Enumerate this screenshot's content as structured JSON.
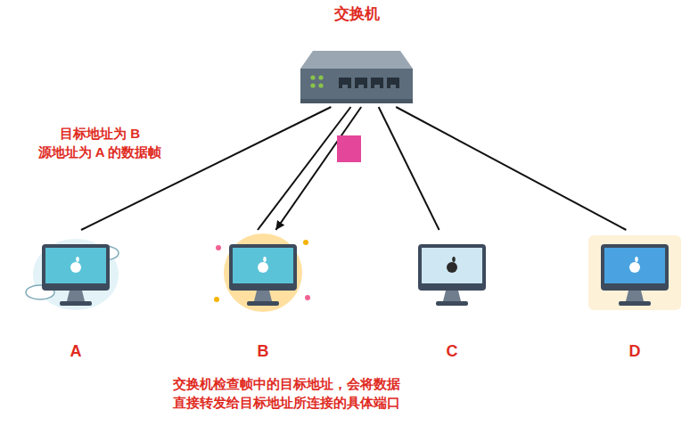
{
  "diagram": {
    "nodes": [
      {
        "text": [
          "交换机"
        ]
      },
      {
        "text": [
          "A"
        ]
      },
      {
        "text": [
          "B"
        ]
      },
      {
        "text": [
          "C"
        ]
      },
      {
        "text": [
          "D"
        ]
      }
    ],
    "edges": [
      {
        "from": 0,
        "to": 1,
        "arrow": "none"
      },
      {
        "from": 0,
        "to": 2,
        "arrow": "none"
      },
      {
        "from": 0,
        "to": 2,
        "arrow": "to"
      },
      {
        "from": 0,
        "to": 3,
        "arrow": "none"
      },
      {
        "from": 0,
        "to": 4,
        "arrow": "none"
      }
    ],
    "labels": [
      "目标地址为 B 源地址为 A 的数据帧",
      "交换机检查帧中的目标地址，会将数据 直接转发给目标地址所连接的具体端口"
    ]
  }
}
